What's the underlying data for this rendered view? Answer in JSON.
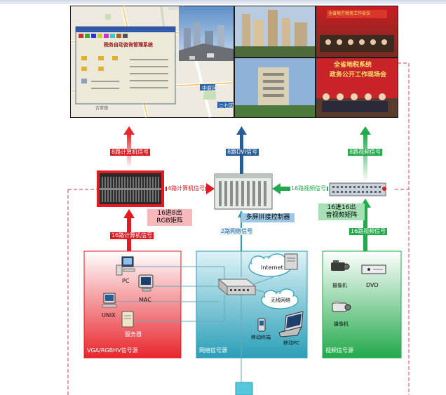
{
  "video_wall": {
    "software_window_title": "税务自动咨询管理系统",
    "map_label_1": "中原区",
    "map_label_2": "二七区",
    "map_label_3": "古荥镇",
    "banner_text_1": "全省地税系统",
    "banner_text_2": "政务公开工作现场会",
    "banner_small": "全省地方税务工作会议"
  },
  "arrows": {
    "red_up": "8路计算机信号",
    "blue_up": "8路DVI信号",
    "green_up": "8路视频信号",
    "red_right": "4路计算机信号",
    "green_left": "16路视频信号",
    "red_in": "16路计算机信号",
    "blue_in": "2路网络信号",
    "green_in": "16路视频信号"
  },
  "devices": {
    "rgb_matrix": "16进8出\nRGB矩阵",
    "controller": "多屏拼接控制器",
    "av_matrix": "16进16出\n音视频矩阵"
  },
  "sources": {
    "vga": {
      "title": "VGA/RGBHV信号源",
      "pc": "PC",
      "mac": "MAC",
      "unix": "UNIX",
      "server": "服务器"
    },
    "network": {
      "title": "网络信号源",
      "internet": "Internet",
      "wireless": "无线网络",
      "mobile": "移动终端",
      "mobile_pc": "移动PC"
    },
    "video": {
      "title": "视频信号源",
      "camera1": "摄像机",
      "dvd": "DVD",
      "camera2": "摄像机"
    }
  },
  "colors": {
    "red": "#e11b22",
    "blue": "#2a5d98",
    "green": "#22a94b"
  }
}
